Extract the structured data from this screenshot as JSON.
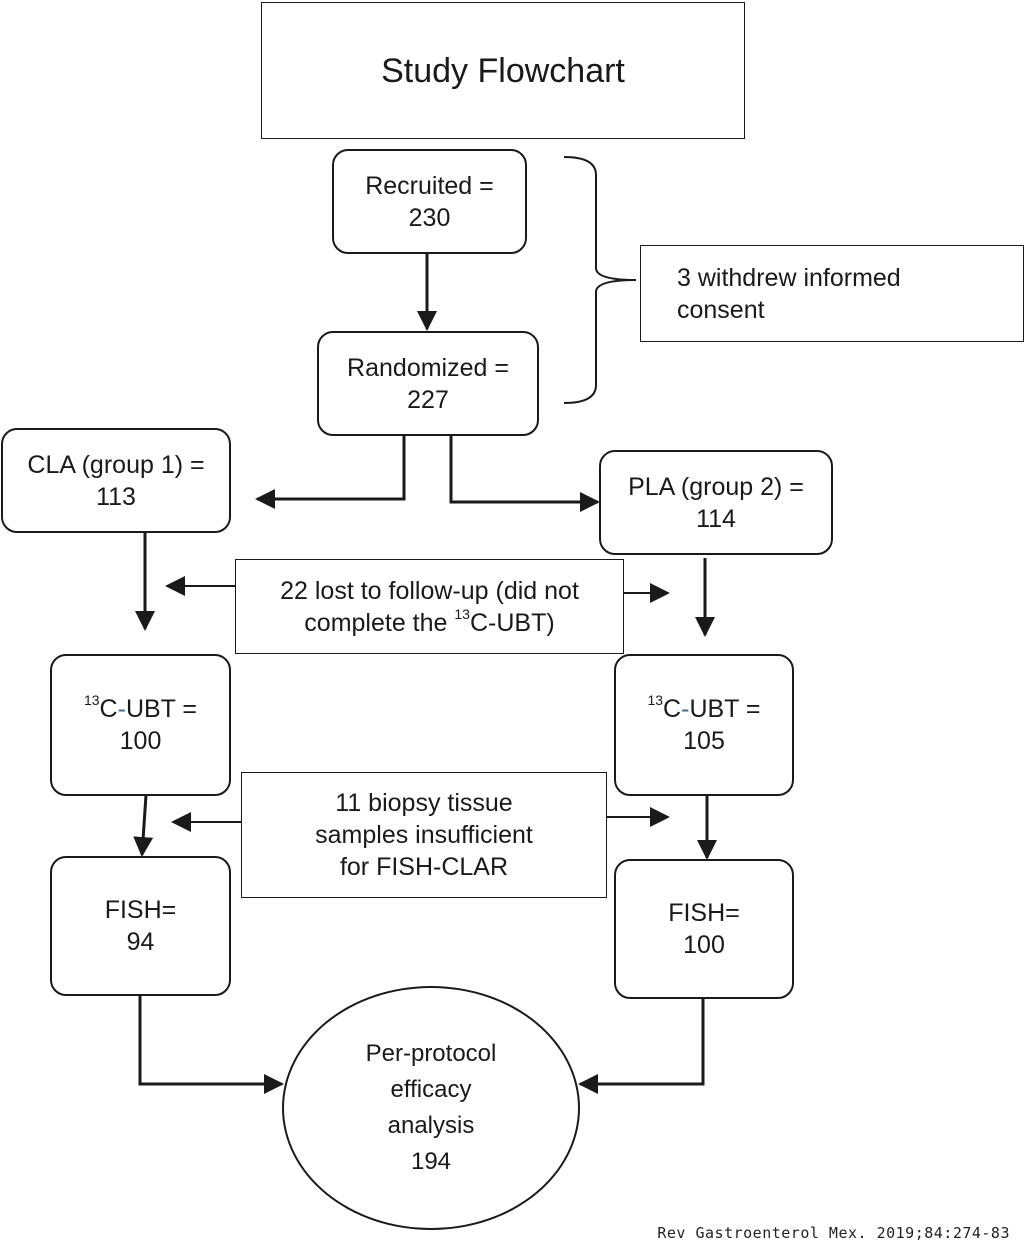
{
  "title": "Study Flowchart",
  "recruited": {
    "label": "Recruited =",
    "value": "230"
  },
  "withdrew": {
    "line1": "3 withdrew informed",
    "line2": "consent"
  },
  "randomized": {
    "label": "Randomized =",
    "value": "227"
  },
  "cla": {
    "label": "CLA (group 1) =",
    "value": "113"
  },
  "pla": {
    "label": "PLA (group 2) =",
    "value": "114"
  },
  "lost_followup": {
    "line1": "22 lost to follow-up (did not",
    "line2_prefix": "complete the ",
    "line2_sup": "13",
    "line2_suffix": "C-UBT)"
  },
  "ubt_cla": {
    "sup": "13",
    "prefix": "C",
    "sep": "-",
    "label": "UBT =",
    "value": "100"
  },
  "ubt_pla": {
    "sup": "13",
    "prefix": "C",
    "sep": "-",
    "label": "UBT =",
    "value": "105"
  },
  "biopsy": {
    "line1": "11 biopsy tissue",
    "line2": "samples insufficient",
    "line3": "for FISH-CLAR"
  },
  "fish_cla": {
    "label": "FISH=",
    "value": "94"
  },
  "fish_pla": {
    "label": "FISH=",
    "value": "100"
  },
  "outcome": {
    "line1": "Per-protocol",
    "line2": "efficacy",
    "line3": "analysis",
    "value": "194"
  },
  "credit": "Rev Gastroenterol Mex. 2019;84:274-83"
}
